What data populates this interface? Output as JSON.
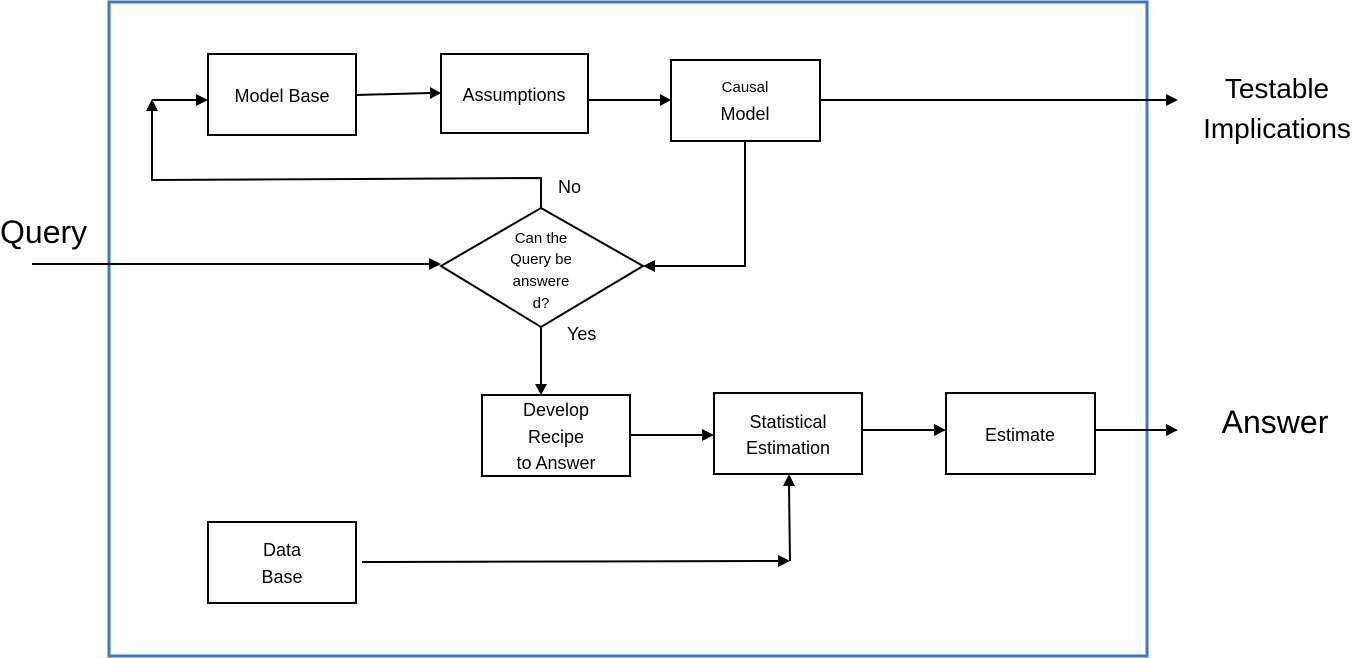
{
  "nodes": {
    "model_base": {
      "lines": [
        "Model Base"
      ]
    },
    "assumptions": {
      "lines": [
        "Assumptions"
      ]
    },
    "causal_model": {
      "lines": [
        "Causal",
        "Model"
      ]
    },
    "decision": {
      "lines": [
        "Can the",
        "Query be",
        "answere",
        "d?"
      ]
    },
    "develop_recipe": {
      "lines": [
        "Develop",
        "Recipe",
        "to Answer"
      ]
    },
    "statistical_estimation": {
      "lines": [
        "Statistical",
        "Estimation"
      ]
    },
    "estimate": {
      "lines": [
        "Estimate"
      ]
    },
    "data_base": {
      "lines": [
        "Data",
        "Base"
      ]
    }
  },
  "edge_labels": {
    "no": "No",
    "yes": "Yes"
  },
  "external": {
    "query": "Query",
    "testable_implications": [
      "Testable",
      "Implications"
    ],
    "answer": "Answer"
  },
  "colors": {
    "frame": "#3a78c7",
    "stroke": "#000000",
    "background": "#ffffff"
  }
}
